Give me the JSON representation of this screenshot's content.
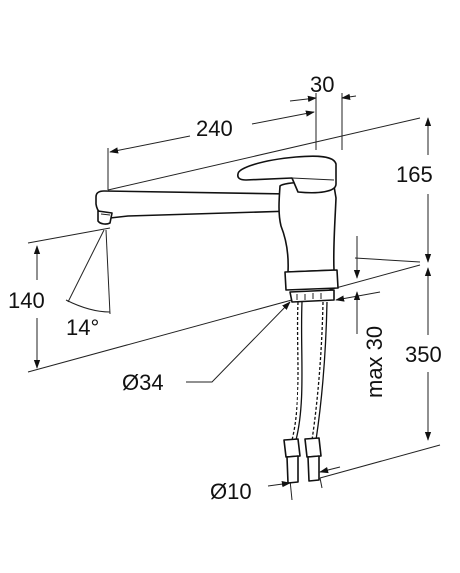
{
  "dimensions": {
    "spout_reach": "240",
    "body_width": "30",
    "lever_height": "165",
    "spout_height": "140",
    "spout_angle": "14°",
    "base_diameter": "Ø34",
    "max_deck_thickness": "max 30",
    "hose_length": "350",
    "hose_diameter": "Ø10"
  },
  "colors": {
    "line": "#111111",
    "background": "#ffffff"
  }
}
